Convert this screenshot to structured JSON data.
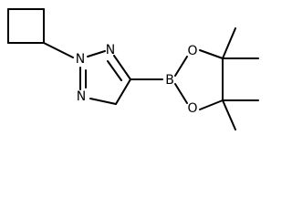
{
  "molecule": {
    "atoms": {
      "n2": "N",
      "n1": "N",
      "n3": "N",
      "b": "B",
      "o_top": "O",
      "o_bottom": "O"
    }
  }
}
